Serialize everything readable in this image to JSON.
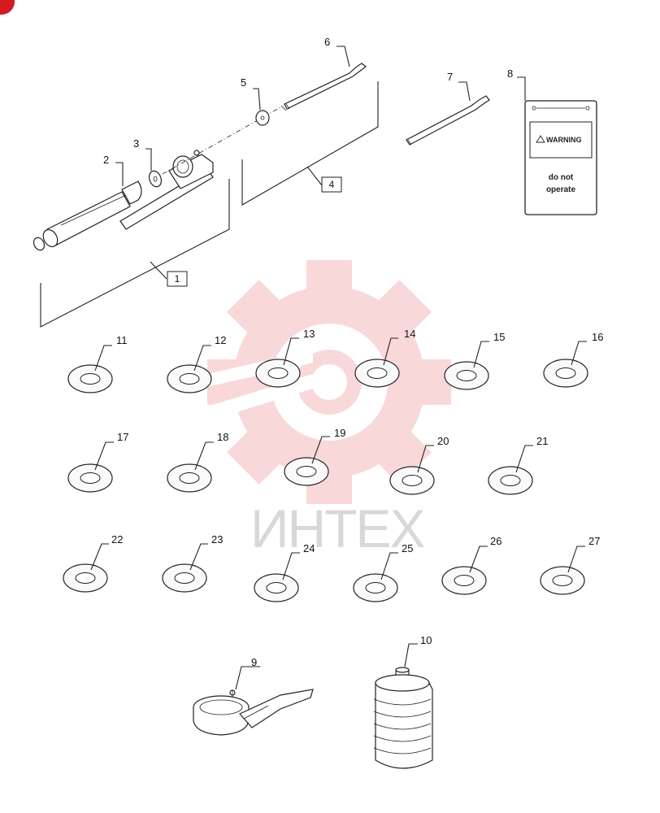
{
  "diagram": {
    "watermark_text": "ИНТЕХ",
    "watermark_color": "#e8505b",
    "corner_badge_color": "#d71920",
    "assembly_labels": [
      "1",
      "4"
    ],
    "part_labels": [
      "2",
      "3",
      "5",
      "6",
      "7",
      "8",
      "9",
      "10",
      "11",
      "12",
      "13",
      "14",
      "15",
      "16",
      "17",
      "18",
      "19",
      "20",
      "21",
      "22",
      "23",
      "24",
      "25",
      "26",
      "27"
    ],
    "warning_sign": {
      "header": "WARNING",
      "line1": "do not",
      "line2": "operate"
    }
  }
}
